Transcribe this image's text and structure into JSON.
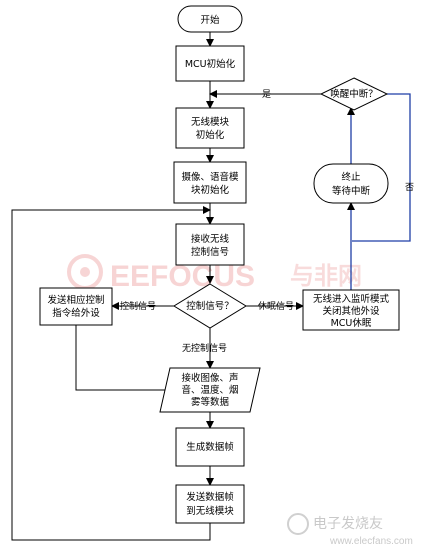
{
  "flowchart": {
    "start": "开始",
    "mcu_init": "MCU初始化",
    "wireless_init": [
      "无线模块",
      "初始化"
    ],
    "camera_init": [
      "摄像、语音模",
      "块初始化"
    ],
    "receive_control": [
      "接收无线",
      "控制信号"
    ],
    "decision_control": "控制信号？",
    "send_control": [
      "发送相应控制",
      "指令给外设"
    ],
    "sleep_mode": [
      "无线进入监听模式",
      "关闭其他外设",
      "MCU休眠"
    ],
    "terminate_wait": [
      "终止",
      "等待中断"
    ],
    "decision_wakeup": "唤醒中断？",
    "receive_data": [
      "接收图像、声",
      "音、温度、烟",
      "雾等数据"
    ],
    "generate_frame": "生成数据帧",
    "send_frame": [
      "发送数据帧",
      "到无线模块"
    ],
    "label_yes": "是",
    "label_no": "否",
    "label_control_signal": "控制信号",
    "label_sleep_signal": "休眠信号",
    "label_no_control": "无控制信号"
  },
  "watermark": {
    "text": "EEFOCUS",
    "cn_text": "与非网",
    "brand_cn": "电子发烧友",
    "brand_url": "www.elecfans.com"
  }
}
